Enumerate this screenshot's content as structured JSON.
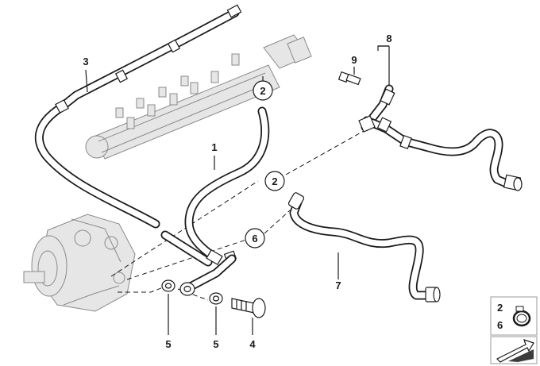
{
  "callouts": {
    "c1": "1",
    "c2_upper": "2",
    "c2_mid": "2",
    "c3": "3",
    "c4": "4",
    "c5_left": "5",
    "c5_right": "5",
    "c6": "6",
    "c7": "7",
    "c8": "8",
    "c9": "9"
  },
  "legend": {
    "top_label": "2",
    "bottom_label": "6"
  }
}
